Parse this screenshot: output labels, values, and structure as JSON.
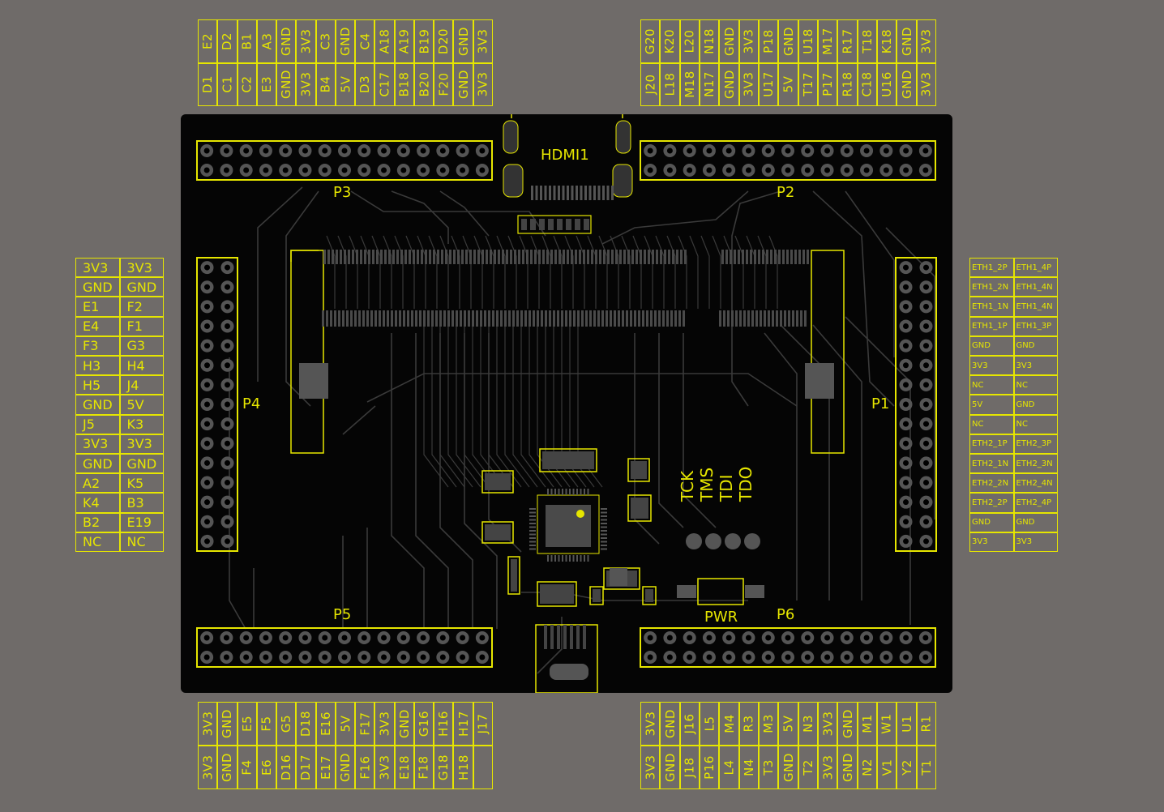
{
  "top_left_header": {
    "row_top": [
      "E2",
      "D2",
      "B1",
      "A3",
      "GND",
      "3V3",
      "C3",
      "GND",
      "C4",
      "A18",
      "A19",
      "B19",
      "D20",
      "GND",
      "3V3"
    ],
    "row_bottom": [
      "D1",
      "C1",
      "C2",
      "E3",
      "GND",
      "3V3",
      "B4",
      "5V",
      "D3",
      "C17",
      "B18",
      "B20",
      "F20",
      "GND",
      "3V3"
    ]
  },
  "top_right_header": {
    "row_top": [
      "G20",
      "K20",
      "L20",
      "N18",
      "GND",
      "3V3",
      "P18",
      "GND",
      "U18",
      "M17",
      "R17",
      "T18",
      "K18",
      "GND",
      "3V3"
    ],
    "row_bottom": [
      "J20",
      "L18",
      "M18",
      "N17",
      "GND",
      "3V3",
      "U17",
      "5V",
      "T17",
      "P17",
      "R18",
      "C18",
      "U16",
      "GND",
      "3V3"
    ]
  },
  "bottom_left_header": {
    "row_top": [
      "3V3",
      "GND",
      "E5",
      "F5",
      "G5",
      "D18",
      "E16",
      "5V",
      "F17",
      "3V3",
      "GND",
      "G16",
      "H16",
      "H17",
      "J17"
    ],
    "row_bottom": [
      "3V3",
      "GND",
      "F4",
      "E6",
      "D16",
      "D17",
      "E17",
      "GND",
      "F16",
      "3V3",
      "E18",
      "F18",
      "G18",
      "H18"
    ]
  },
  "bottom_right_header": {
    "row_top": [
      "3V3",
      "GND",
      "J16",
      "L5",
      "M4",
      "R3",
      "M3",
      "5V",
      "N3",
      "3V3",
      "GND",
      "M1",
      "W1",
      "U1",
      "R1"
    ],
    "row_bottom": [
      "3V3",
      "GND",
      "J18",
      "P16",
      "L4",
      "N4",
      "T3",
      "GND",
      "T2",
      "3V3",
      "GND",
      "N2",
      "V1",
      "Y2",
      "T1"
    ]
  },
  "left_header": {
    "rows": [
      [
        "3V3",
        "3V3"
      ],
      [
        "GND",
        "GND"
      ],
      [
        "E1",
        "F2"
      ],
      [
        "E4",
        "F1"
      ],
      [
        "F3",
        "G3"
      ],
      [
        "H3",
        "H4"
      ],
      [
        "H5",
        "J4"
      ],
      [
        "GND",
        "5V"
      ],
      [
        "J5",
        "K3"
      ],
      [
        "3V3",
        "3V3"
      ],
      [
        "GND",
        "GND"
      ],
      [
        "A2",
        "K5"
      ],
      [
        "K4",
        "B3"
      ],
      [
        "B2",
        "E19"
      ],
      [
        "NC",
        "NC"
      ]
    ]
  },
  "right_header": {
    "rows": [
      [
        "ETH1_2P",
        "ETH1_4P"
      ],
      [
        "ETH1_2N",
        "ETH1_4N"
      ],
      [
        "ETH1_1N",
        "ETH1_4N"
      ],
      [
        "ETH1_1P",
        "ETH1_3P"
      ],
      [
        "GND",
        "GND"
      ],
      [
        "3V3",
        "3V3"
      ],
      [
        "NC",
        "NC"
      ],
      [
        "5V",
        "GND"
      ],
      [
        "NC",
        "NC"
      ],
      [
        "ETH2_1P",
        "ETH2_3P"
      ],
      [
        "ETH2_1N",
        "ETH2_3N"
      ],
      [
        "ETH2_2N",
        "ETH2_4N"
      ],
      [
        "ETH2_2P",
        "ETH2_4P"
      ],
      [
        "GND",
        "GND"
      ],
      [
        "3V3",
        "3V3"
      ]
    ]
  },
  "board": {
    "labels": {
      "hdmi": "HDMI1",
      "p1": "P1",
      "p2": "P2",
      "p3": "P3",
      "p4": "P4",
      "p5": "P5",
      "p6": "P6",
      "pwr": "PWR",
      "jtag": [
        "TCK",
        "TMS",
        "TDI",
        "TDO"
      ]
    }
  },
  "colors": {
    "background": "#6f6b69",
    "board": "#050505",
    "silkscreen": "#e6e600",
    "copper": "#3a3a3a"
  }
}
